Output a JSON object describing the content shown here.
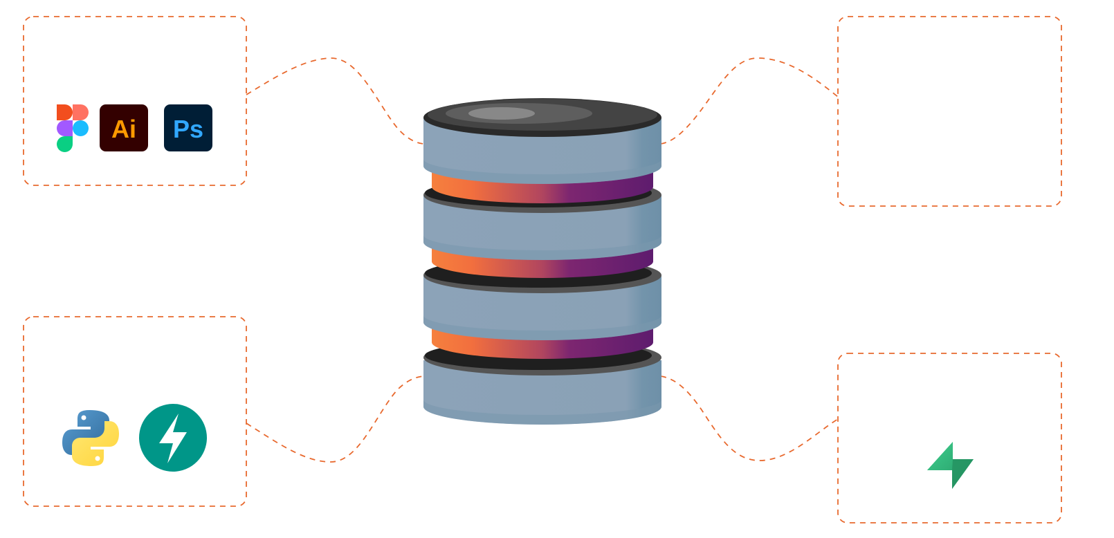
{
  "colors": {
    "connector": "#E8692E",
    "disk_body": "#8BA2B7",
    "disk_side": "#6F91A8",
    "disk_top": "#3F3F3F",
    "band_start": "#F5803E",
    "band_end": "#5E1C6E",
    "adobe_ai_bg": "#330000",
    "adobe_ai_fg": "#FF9A00",
    "adobe_ps_bg": "#001E36",
    "adobe_ps_fg": "#31A8FF",
    "python_blue": "#3776AB",
    "python_yellow": "#FFD43B",
    "fastapi_bg": "#009688",
    "supabase_green": "#3ECF8E"
  },
  "center": {
    "icon": "database-stack-icon"
  },
  "groups": [
    {
      "id": "design-tools",
      "icons": [
        {
          "name": "figma-icon"
        },
        {
          "name": "adobe-illustrator-icon",
          "label": "Ai"
        },
        {
          "name": "adobe-photoshop-icon",
          "label": "Ps"
        }
      ]
    },
    {
      "id": "backend-tools",
      "icons": [
        {
          "name": "python-icon"
        },
        {
          "name": "fastapi-icon"
        }
      ]
    },
    {
      "id": "empty-panel",
      "icons": []
    },
    {
      "id": "database-service",
      "icons": [
        {
          "name": "supabase-icon"
        }
      ]
    }
  ]
}
